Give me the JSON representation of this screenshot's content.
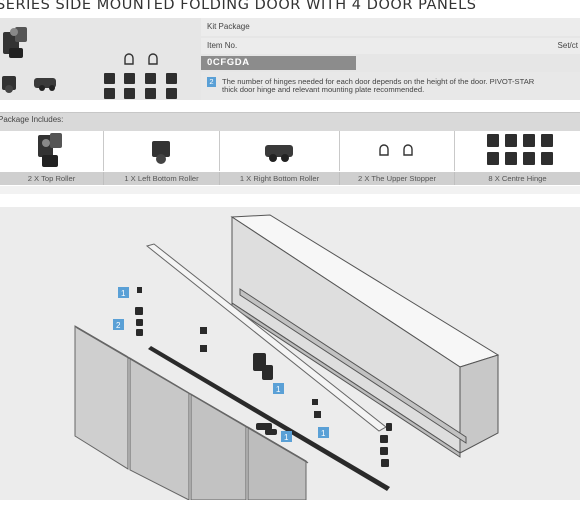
{
  "title": "SERIES SIDE MOUNTED FOLDING DOOR WITH 4 DOOR PANELS",
  "kit": {
    "kit_package_label": "Kit Package",
    "item_no_label": "Item No.",
    "unit_label": "Set/ct",
    "code": "0CFGDA",
    "note_number": "2",
    "note_line1": "The number of hinges needed for each door depends on the height of the door. PIVOT-STAR",
    "note_line2": "thick door hinge and relevant mounting plate recommended."
  },
  "package": {
    "label": "Package Includes:",
    "items": [
      {
        "caption": "2 X Top Roller"
      },
      {
        "caption": "1 X Left Bottom Roller"
      },
      {
        "caption": "1 X Right Bottom Roller"
      },
      {
        "caption": "2 X The Upper Stopper"
      },
      {
        "caption": "8 X Centre Hinge"
      }
    ]
  },
  "callouts": [
    "1",
    "2",
    "1",
    "1",
    "1"
  ],
  "colors": {
    "accent_blue": "#5aa0d6",
    "code_bar": "#8c8c8c",
    "panel_grey": "#e6e6e6"
  }
}
